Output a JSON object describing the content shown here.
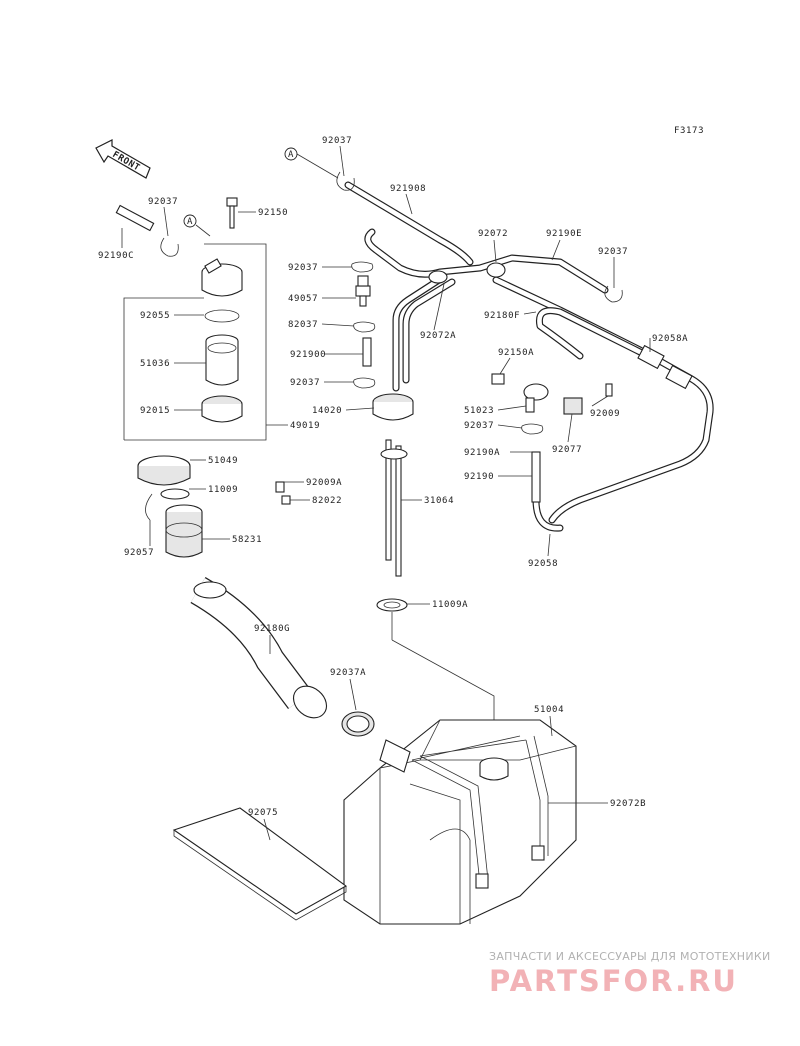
{
  "figure_code": "F3173",
  "front_label": "FRONT",
  "ref_marker": "A",
  "parts": {
    "p92037_a": "92037",
    "p921908": "921908",
    "p92037_b": "92037",
    "p92150": "92150",
    "p92190c": "92190C",
    "p92072": "92072",
    "p92190e": "92190E",
    "p92037_c": "92037",
    "p92037_d": "92037",
    "p49057": "49057",
    "p82037": "82037",
    "p92072a": "92072A",
    "p92180f": "92180F",
    "p92058a": "92058A",
    "p92055": "92055",
    "p51036": "51036",
    "p921900": "921900",
    "p92150a": "92150A",
    "p92037_e": "92037",
    "p92015": "92015",
    "p14020": "14020",
    "p51023": "51023",
    "p92009": "92009",
    "p49019": "49019",
    "p92037_f": "92037",
    "p92077": "92077",
    "p51049": "51049",
    "p92009a": "92009A",
    "p92190a": "92190A",
    "p11009": "11009",
    "p82022": "82022",
    "p31064": "31064",
    "p92190": "92190",
    "p92057": "92057",
    "p58231": "58231",
    "p92058": "92058",
    "p11009a": "11009A",
    "p92180g": "92180G",
    "p92037a": "92037A",
    "p51004": "51004",
    "p92072b": "92072B",
    "p92075": "92075"
  },
  "watermark": {
    "line1": "ЗАПЧАСТИ И АКСЕССУАРЫ ДЛЯ МОТОТЕХНИКИ",
    "line2": "PARTSFOR.RU"
  }
}
